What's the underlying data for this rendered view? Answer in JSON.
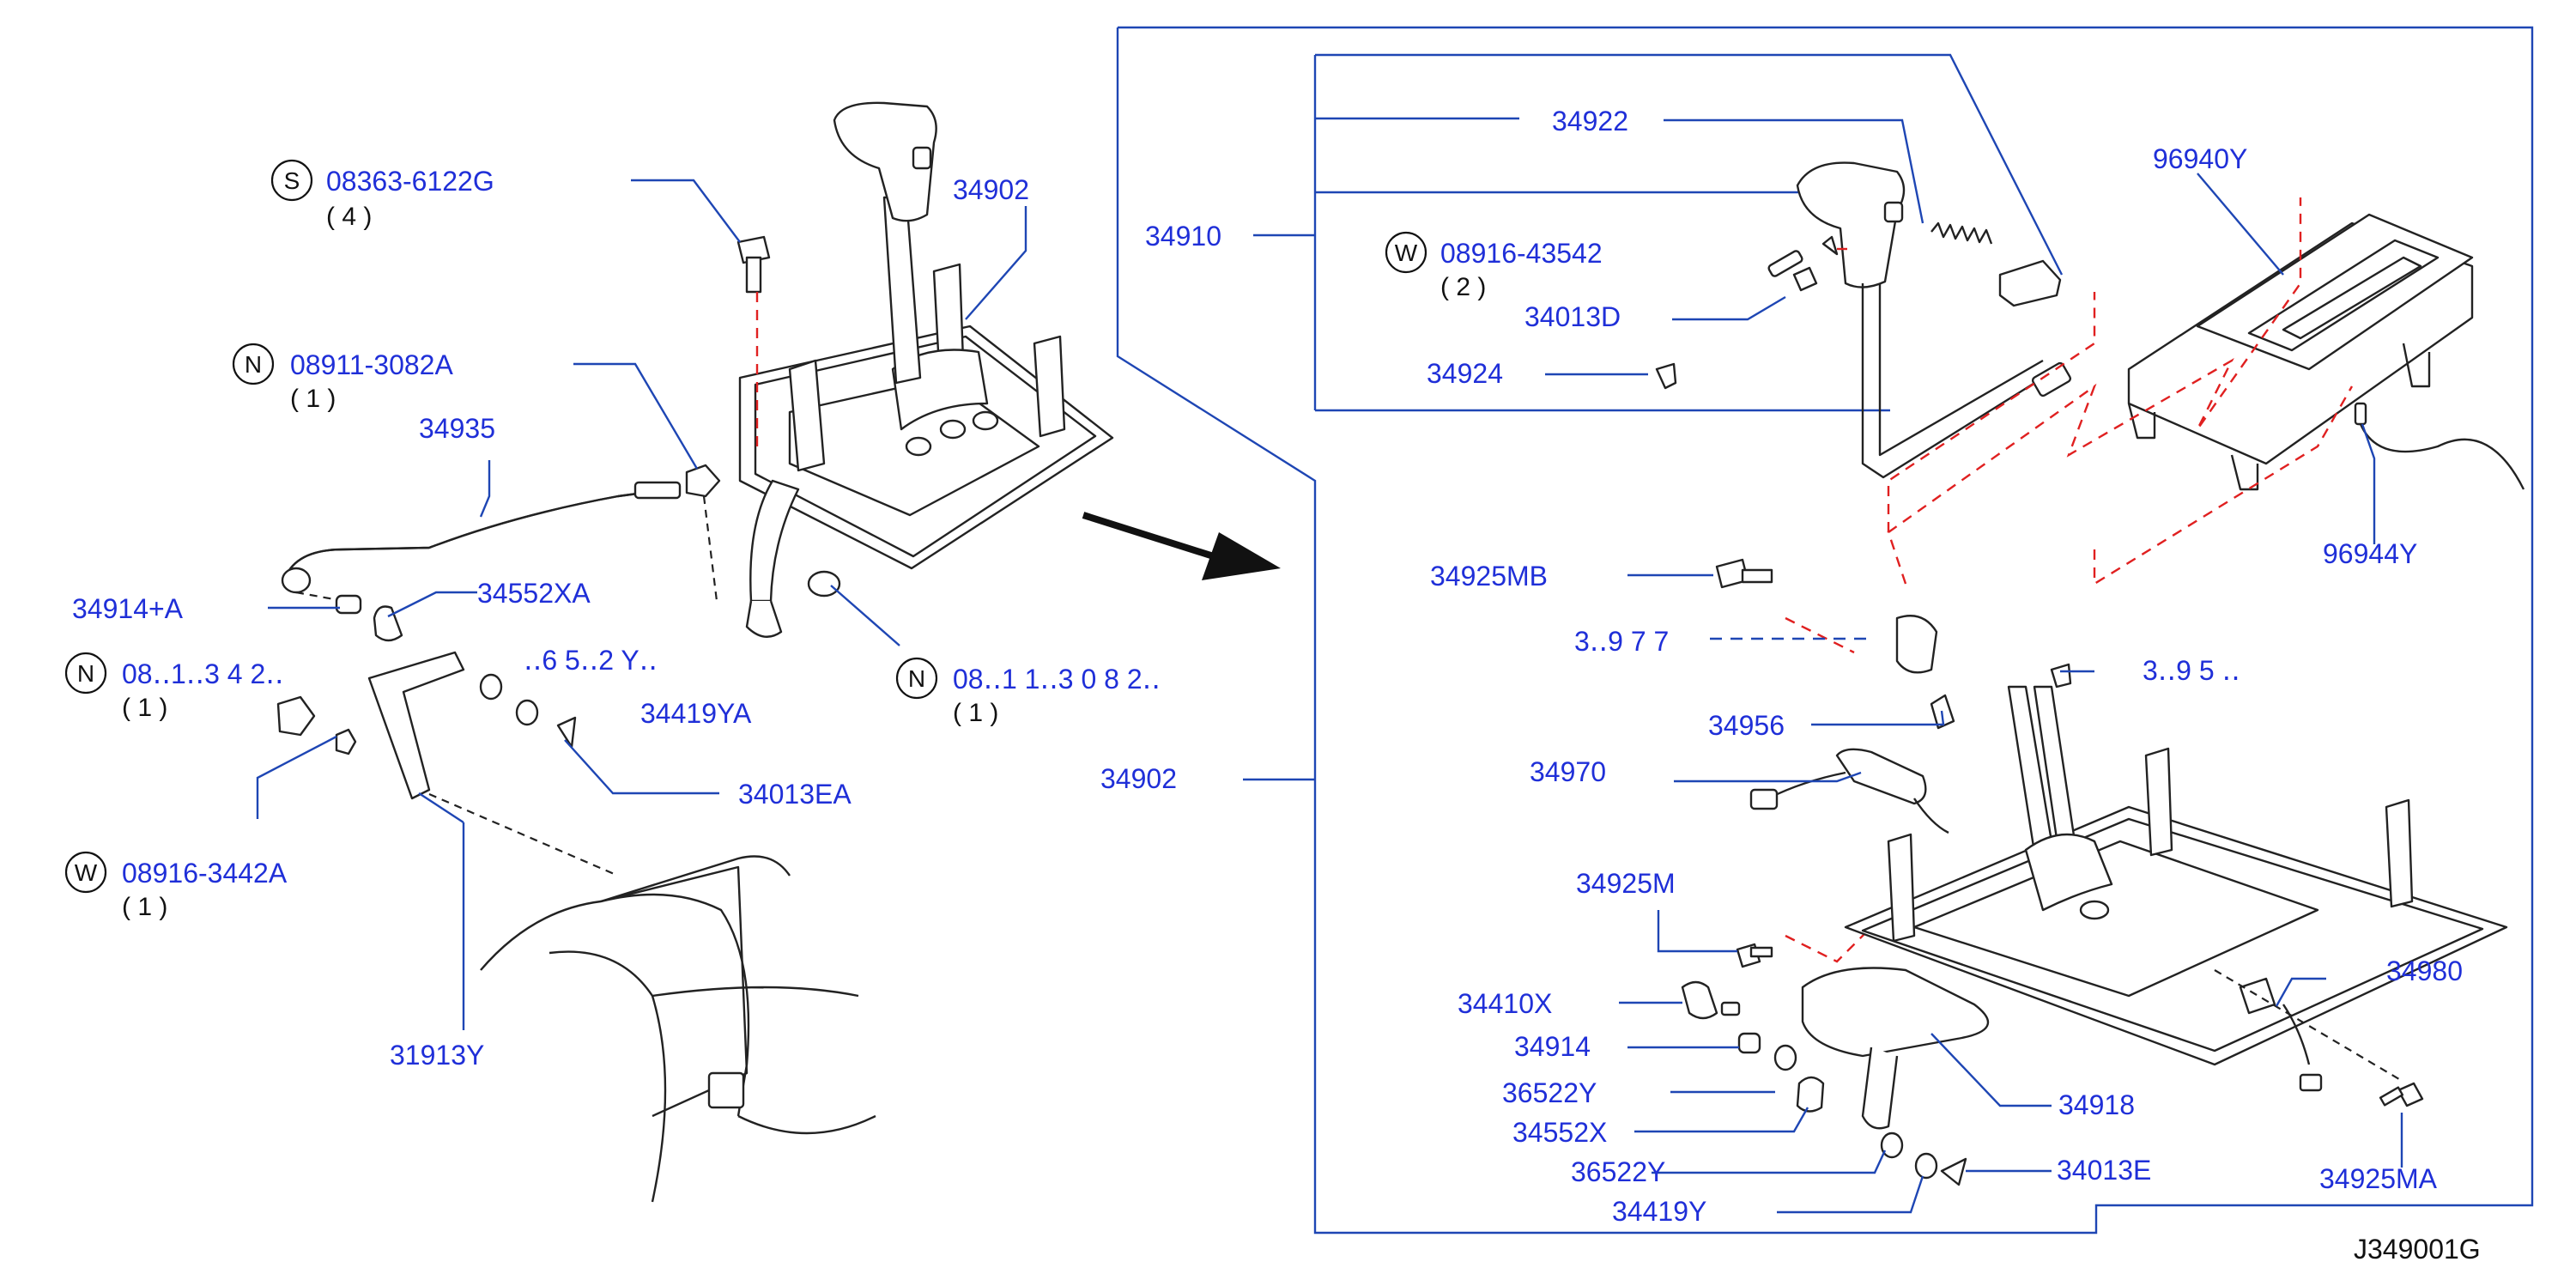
{
  "diagram_code": "J349001G",
  "prefixes": {
    "S": "S",
    "N": "N",
    "W": "W"
  },
  "labels": {
    "p08363_6122G": "08363-6122G",
    "q08363_6122G": "( 4 )",
    "p34902_top": "34902",
    "p08911_3082A": "08911-3082A",
    "q08911_3082A": "( 1 )",
    "p34935": "34935",
    "p34914A": "34914+A",
    "p34552XA": "34552XA",
    "p08_1_3442A": "08‥1‥3 4 2‥",
    "q08_1_3442A": "( 1 )",
    "p36522YA": "‥6 5‥2 Y‥",
    "p34419YA": "34419YA",
    "p34013EA": "34013EA",
    "p08916_3442A": "08916-3442A",
    "q08916_3442A": "( 1 )",
    "p31913Y": "31913Y",
    "p08911_3082A_b": "08‥1 1‥3 0 8 2‥",
    "q08911_3082A_b": "( 1 )",
    "p34910": "34910",
    "p34922": "34922",
    "p08916_43542": "08916-43542",
    "q08916_43542": "( 2 )",
    "p34013D": "34013D",
    "p34924": "34924",
    "p96940Y": "96940Y",
    "p96944Y": "96944Y",
    "p34925MB": "34925MB",
    "p34977": "3‥9 7 7",
    "p34935_r": "3‥9 5 ‥",
    "p34956": "34956",
    "p34970": "34970",
    "p34902_r": "34902",
    "p34925M": "34925M",
    "p34410X": "34410X",
    "p34914": "34914",
    "p36522Y_a": "36522Y",
    "p34552X": "34552X",
    "p36522Y_b": "36522Y",
    "p34419Y": "34419Y",
    "p34013E": "34013E",
    "p34918": "34918",
    "p34980": "34980",
    "p34925MA": "34925MA"
  },
  "colors": {
    "label": "#1f2fd8",
    "leader": "#1e46b4",
    "linework": "#222222",
    "hidden_line": "#e02020"
  }
}
